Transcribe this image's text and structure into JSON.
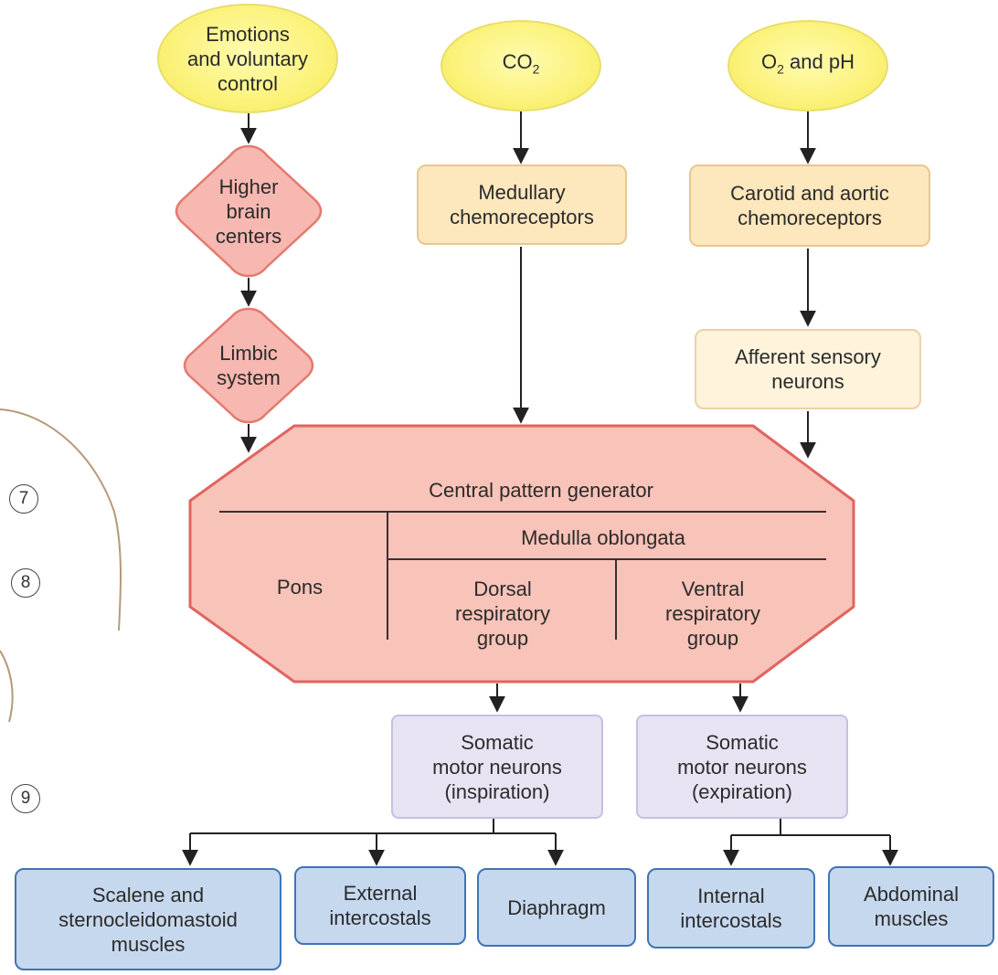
{
  "inputs": {
    "emotions": [
      "Emotions",
      "and voluntary",
      "control"
    ],
    "co2": {
      "base": "CO",
      "sub": "2"
    },
    "o2": {
      "base": "O",
      "sub": "2",
      "rest": " and pH"
    }
  },
  "receptors": {
    "higher_brain": [
      "Higher",
      "brain",
      "centers"
    ],
    "limbic": [
      "Limbic",
      "system"
    ],
    "medullary": [
      "Medullary",
      "chemoreceptors"
    ],
    "carotid": [
      "Carotid and aortic",
      "chemoreceptors"
    ],
    "afferent": [
      "Afferent sensory",
      "neurons"
    ]
  },
  "cpg": {
    "title": "Central pattern generator",
    "pons": "Pons",
    "medulla": "Medulla oblongata",
    "dorsal": [
      "Dorsal",
      "respiratory",
      "group"
    ],
    "ventral": [
      "Ventral",
      "respiratory",
      "group"
    ]
  },
  "motor": {
    "inspiration": [
      "Somatic",
      "motor neurons",
      "(inspiration)"
    ],
    "expiration": [
      "Somatic",
      "motor neurons",
      "(expiration)"
    ]
  },
  "muscles": {
    "scalene": [
      "Scalene and",
      "sternocleidomastoid",
      "muscles"
    ],
    "external": [
      "External",
      "intercostals"
    ],
    "diaphragm": [
      "Diaphragm"
    ],
    "internal": [
      "Internal",
      "intercostals"
    ],
    "abdominal": [
      "Abdominal",
      "muscles"
    ]
  },
  "side_markers": [
    "7",
    "8",
    "9"
  ],
  "colors": {
    "input_yellow": "#fbf27a",
    "receptor_tan": "#fde7bd",
    "brain_pink": "#f6b8b0",
    "cpg_fill": "#f8c3b8",
    "cpg_border": "#e0655f",
    "motor_lavender": "#e8e3f3",
    "muscle_blue": "#c6d8ee",
    "muscle_border": "#3f74b5"
  }
}
